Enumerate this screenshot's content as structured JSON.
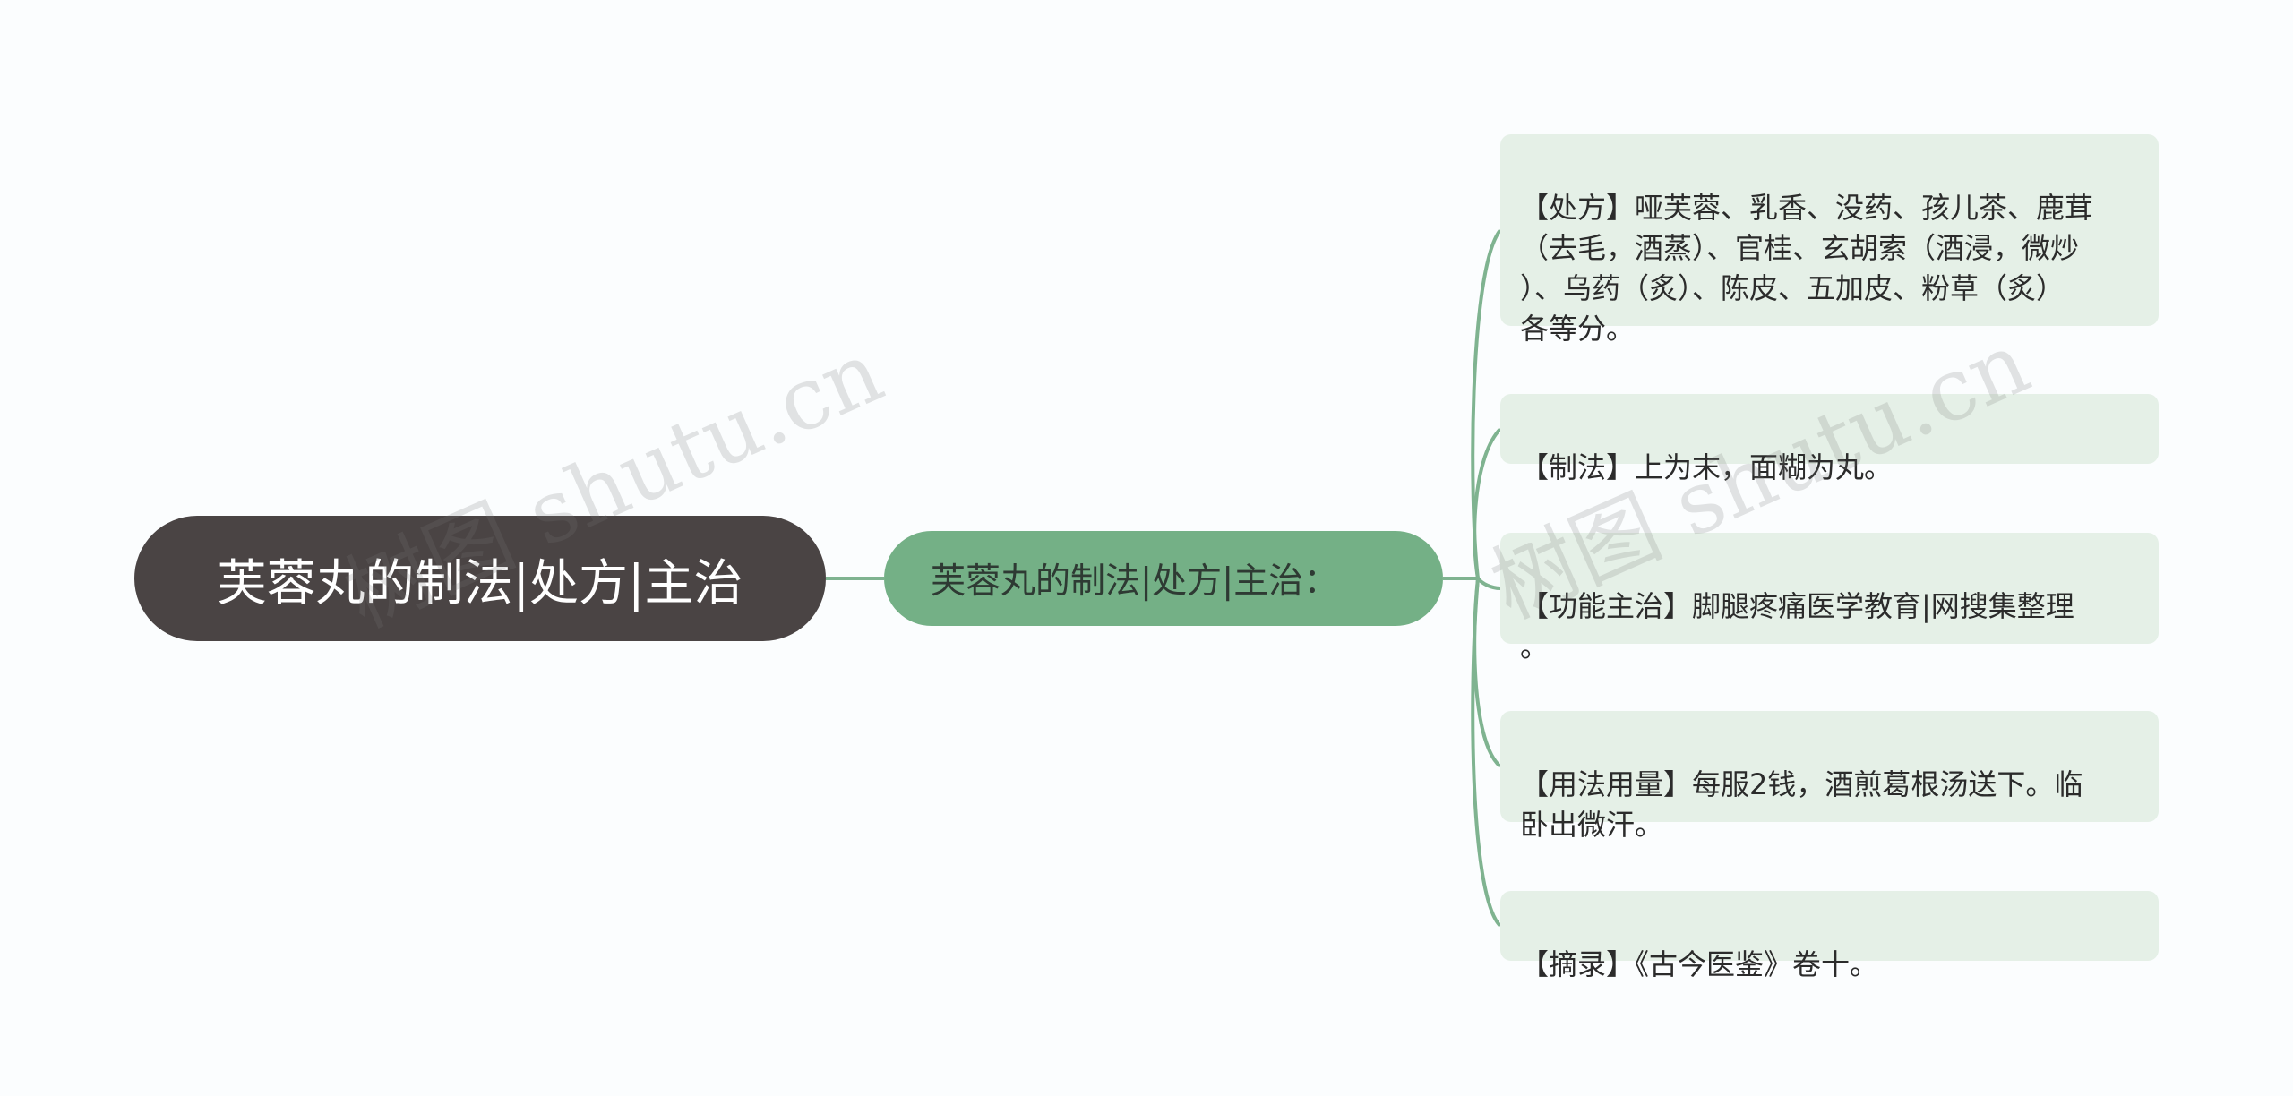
{
  "root": {
    "label": "芙蓉丸的制法|处方|主治"
  },
  "branch": {
    "label": "芙蓉丸的制法|处方|主治："
  },
  "leaves": [
    {
      "text": "【处方】哑芙蓉、乳香、没药、孩儿茶、鹿茸\n（去毛，酒蒸）、官桂、玄胡索（酒浸，微炒\n）、乌药（炙）、陈皮、五加皮、粉草（炙）\n各等分。"
    },
    {
      "text": "【制法】上为末，面糊为丸。"
    },
    {
      "text": "【功能主治】脚腿疼痛医学教育|网搜集整理\n。"
    },
    {
      "text": "【用法用量】每服2钱，酒煎葛根汤送下。临\n卧出微汗。"
    },
    {
      "text": "【摘录】《古今医鉴》卷十。"
    }
  ],
  "watermarks": [
    "树图 shutu.cn",
    "树图 shutu.cn"
  ],
  "colors": {
    "root_fill": "#4a4444",
    "branch_fill": "#74b086",
    "leaf_fill": "#e5f0e7",
    "connector": "#7fb390",
    "background": "#fbfdfe"
  }
}
